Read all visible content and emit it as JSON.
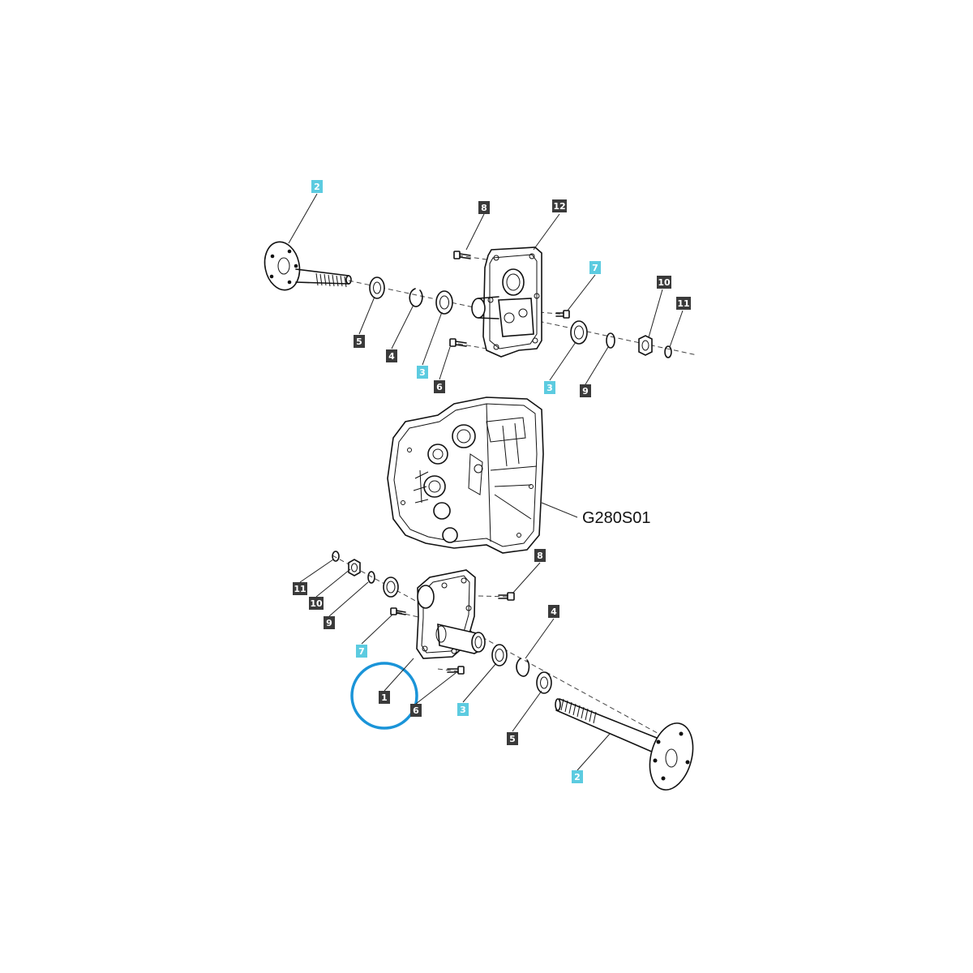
{
  "diagram": {
    "drawing_code": "G280S01",
    "highlight_color": "#1a94d8",
    "callout_colors": {
      "standard": "#3a3a3a",
      "highlighted": "#5ccbe0"
    },
    "callouts": [
      {
        "id": "2",
        "highlighted": true
      },
      {
        "id": "8",
        "highlighted": false
      },
      {
        "id": "12",
        "highlighted": false
      },
      {
        "id": "7",
        "highlighted": true
      },
      {
        "id": "10",
        "highlighted": false
      },
      {
        "id": "11",
        "highlighted": false
      },
      {
        "id": "5",
        "highlighted": false
      },
      {
        "id": "4",
        "highlighted": false
      },
      {
        "id": "3",
        "highlighted": true
      },
      {
        "id": "6",
        "highlighted": false
      },
      {
        "id": "3",
        "highlighted": true
      },
      {
        "id": "9",
        "highlighted": false
      },
      {
        "id": "8",
        "highlighted": false
      },
      {
        "id": "11",
        "highlighted": false
      },
      {
        "id": "10",
        "highlighted": false
      },
      {
        "id": "9",
        "highlighted": false
      },
      {
        "id": "4",
        "highlighted": false
      },
      {
        "id": "7",
        "highlighted": true
      },
      {
        "id": "1",
        "highlighted": false
      },
      {
        "id": "6",
        "highlighted": false
      },
      {
        "id": "3",
        "highlighted": true
      },
      {
        "id": "5",
        "highlighted": false
      },
      {
        "id": "2",
        "highlighted": true
      }
    ]
  }
}
